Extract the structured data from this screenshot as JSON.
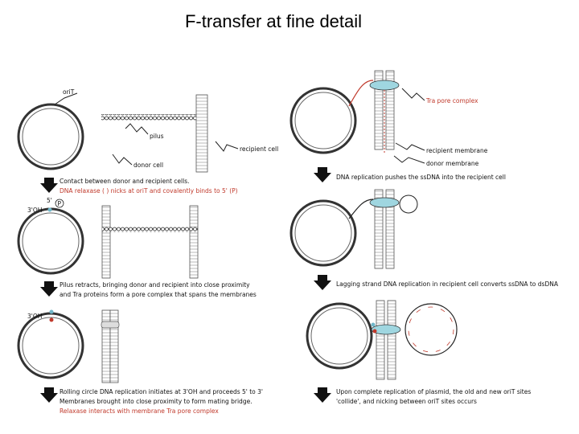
{
  "title": "F-transfer at fine detail",
  "labels": {
    "orit": "oriT",
    "pilus": "pilus",
    "recipient_cell": "recipient cell",
    "donor_cell": "donor cell",
    "tra_pore_complex": "Tra pore complex",
    "recipient_membrane": "recipient membrane",
    "donor_membrane": "donor membrane",
    "three_oh": "3'OH",
    "five_prime": "5'",
    "p_symbol": "P"
  },
  "captions": {
    "step1_line1": "Contact between donor and recipient cells.",
    "step1_line2": "DNA relaxase (  ) nicks at oriT and covalently binds to 5' (P)",
    "step2_line1": "Pilus retracts, bringing donor and recipient into close proximity",
    "step2_line2": "and Tra proteins form a pore complex that spans the membranes",
    "step3_line1": "Rolling circle DNA replication initiates at 3'OH and proceeds 5' to 3'",
    "step3_line2": "Membranes brought into close proximity to form mating bridge.",
    "step3_line3": "Relaxase interacts with membrane Tra pore complex",
    "step4_line1": "DNA replication pushes the ssDNA into the recipient cell",
    "step5_line1": "Lagging strand DNA replication in recipient cell converts ssDNA to dsDNA",
    "step6_line1": "Upon complete replication of plasmid, the old and new oriT sites",
    "step6_line2": "'collide', and nicking between oriT sites occurs"
  },
  "colors": {
    "accent_red": "#c0392b",
    "pore_cyan": "#9fd6e0"
  }
}
